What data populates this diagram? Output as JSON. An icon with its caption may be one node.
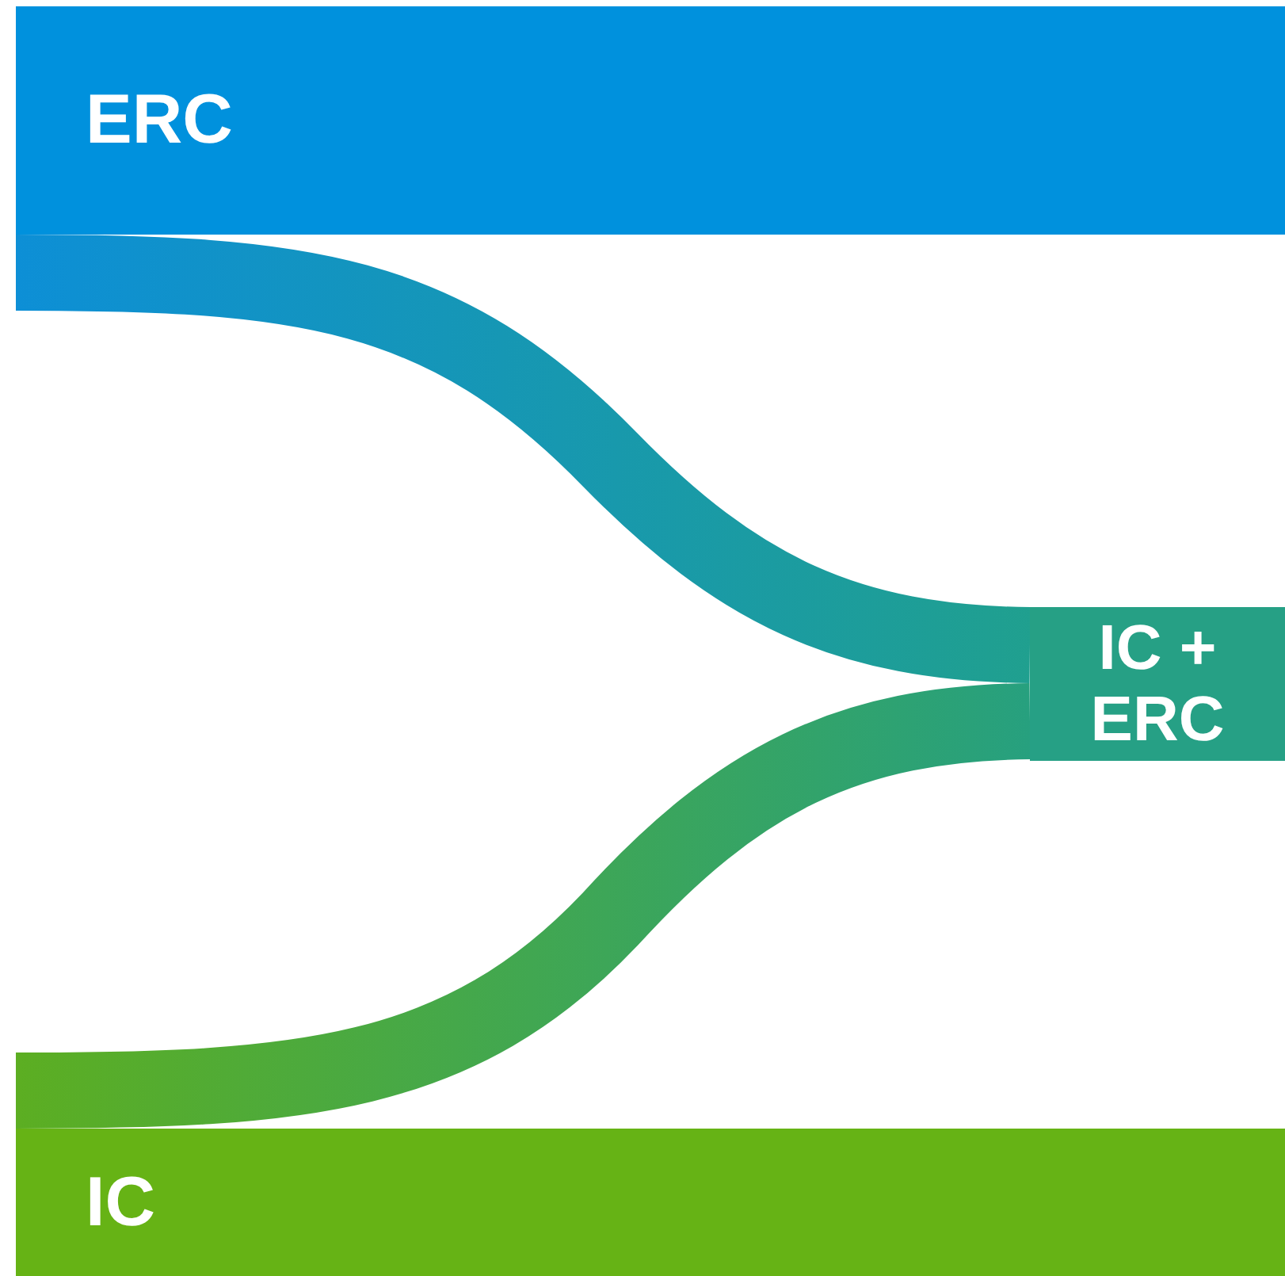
{
  "diagram": {
    "nodes": [
      {
        "text": [
          "ERC"
        ]
      },
      {
        "text": [
          "IC + ERC"
        ]
      },
      {
        "text": [
          "IC"
        ]
      }
    ],
    "edges": [
      {
        "from": 0,
        "to": 1,
        "arrow": "none",
        "style": "thick"
      },
      {
        "from": 2,
        "to": 1,
        "arrow": "none",
        "style": "thick"
      }
    ]
  }
}
